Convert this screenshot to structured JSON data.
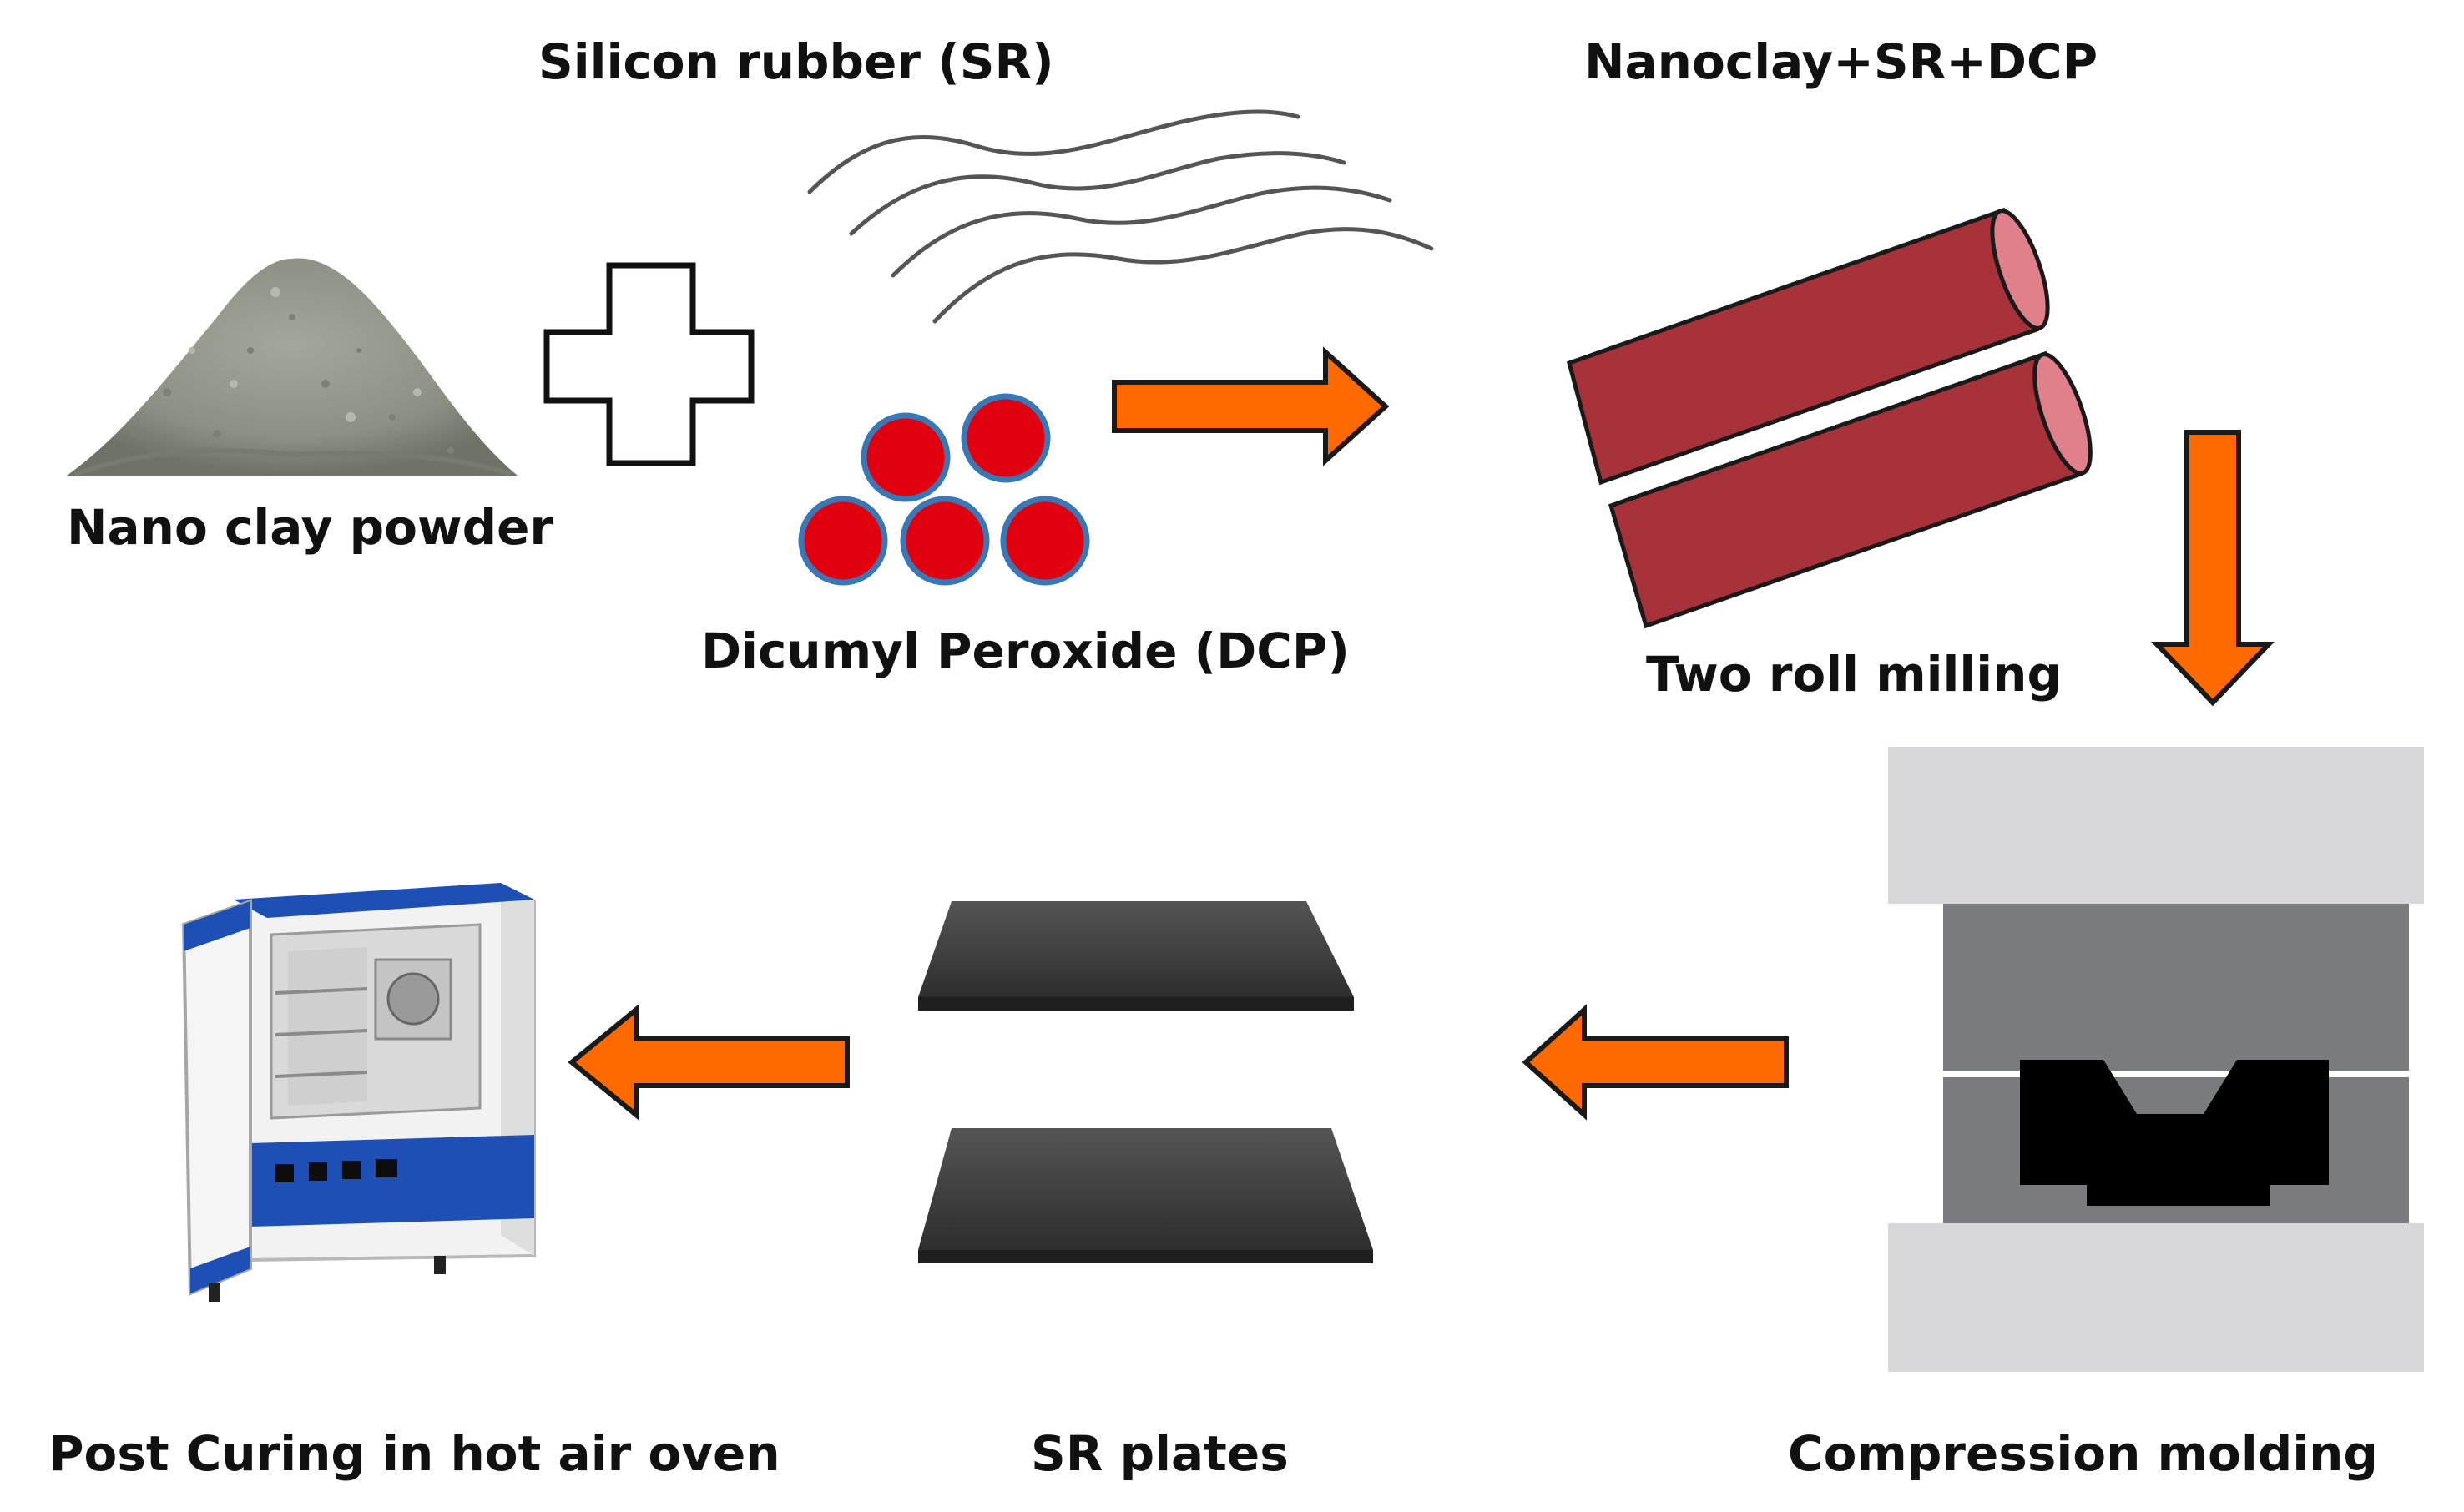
{
  "labels": {
    "silicon_rubber": "Silicon rubber (SR)",
    "mixture": "Nanoclay+SR+DCP",
    "nano_clay_powder": "Nano clay powder",
    "dicumyl_peroxide": "Dicumyl Peroxide (DCP)",
    "two_roll_milling": "Two roll milling",
    "post_curing": "Post Curing in hot air oven",
    "sr_plates": "SR plates",
    "compression_molding": "Compression molding"
  },
  "colors": {
    "arrow_fill": "#ff6a00",
    "arrow_stroke": "#1a1a1a",
    "dcp_ball_fill": "#e0000f",
    "dcp_ball_ring": "#3a78b5",
    "roller_fill": "#a8323a",
    "roller_end": "#e0808a",
    "powder": "#8f9385",
    "mold_light": "#d8d8da",
    "mold_dark": "#7a7b7e",
    "mold_cavity": "#000000",
    "plate": "#3c3c3c",
    "oven_body": "#f2f2f2",
    "oven_trim": "#1e4fb4"
  },
  "icons": [
    "powder-pile-icon",
    "plus-icon",
    "rubber-strands-icon",
    "dcp-balls-icon",
    "rollers-icon",
    "press-mold-icon",
    "sr-plates-icon",
    "oven-icon"
  ]
}
